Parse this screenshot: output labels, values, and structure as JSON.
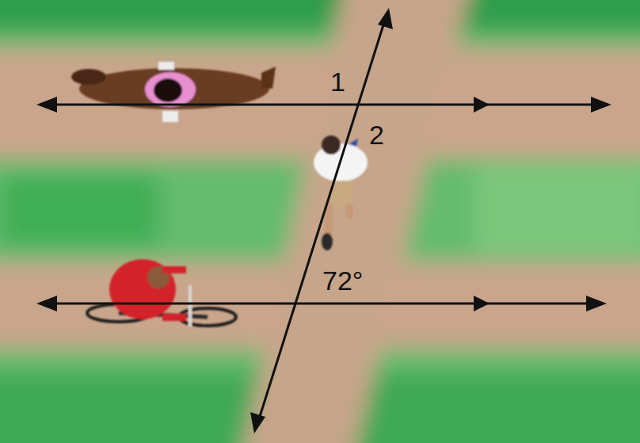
{
  "diagram": {
    "labels": [
      "1",
      "2",
      "72°"
    ]
  }
}
